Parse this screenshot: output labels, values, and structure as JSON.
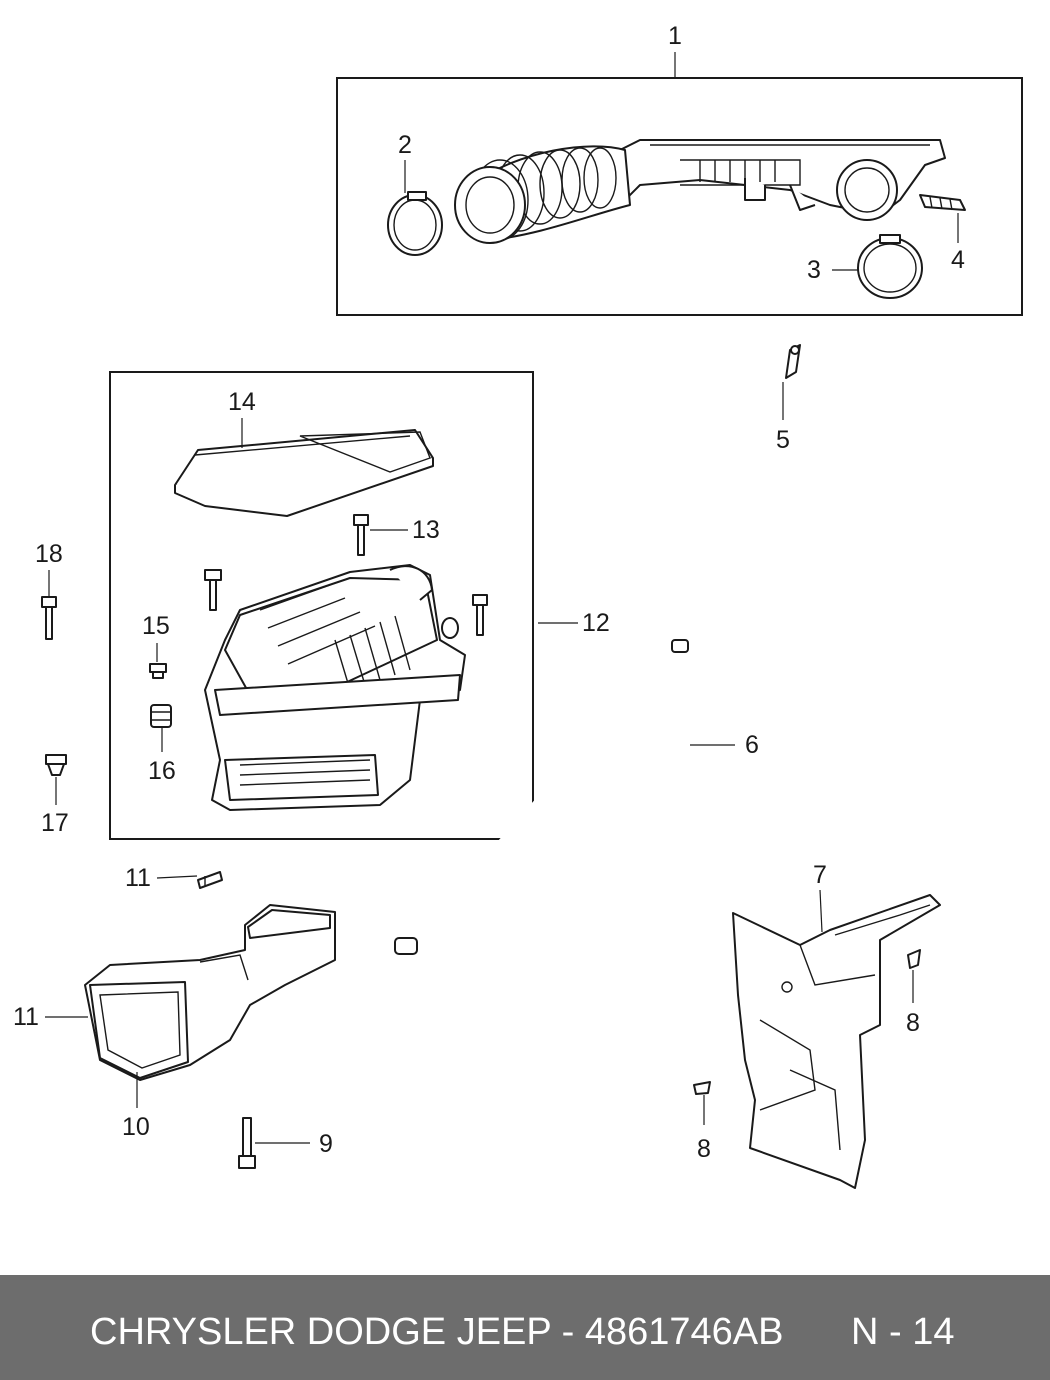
{
  "footer": {
    "title": "CHRYSLER DODGE JEEP - 4861746AB",
    "page_code": "N - 14"
  },
  "callouts": {
    "c1": "1",
    "c2": "2",
    "c3": "3",
    "c4": "4",
    "c5": "5",
    "c6": "6",
    "c7": "7",
    "c8a": "8",
    "c8b": "8",
    "c9": "9",
    "c10": "10",
    "c11a": "11",
    "c11b": "11",
    "c12": "12",
    "c13": "13",
    "c14": "14",
    "c15": "15",
    "c16": "16",
    "c17": "17",
    "c18": "18"
  }
}
